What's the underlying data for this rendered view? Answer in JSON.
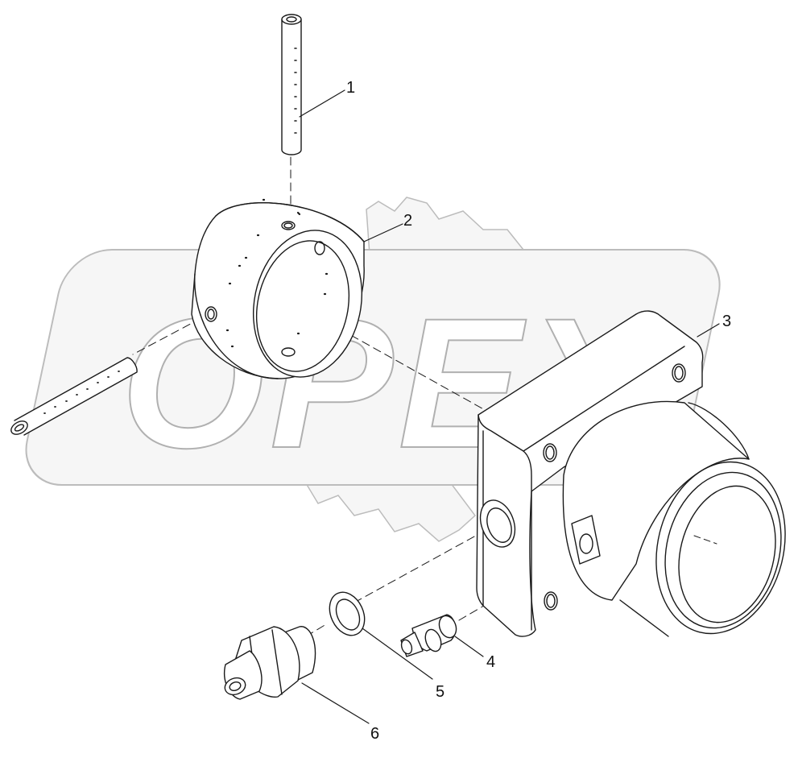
{
  "watermark": {
    "text": "OPEX"
  },
  "corner_mark": "",
  "colors": {
    "line": "#1a1a1a",
    "watermark_fill": "#f3f3f3",
    "watermark_stroke": "#b0b0b0",
    "part_fill": "#ffffff"
  },
  "callouts": [
    {
      "id": "1",
      "label": "1"
    },
    {
      "id": "2",
      "label": "2"
    },
    {
      "id": "3",
      "label": "3"
    },
    {
      "id": "4",
      "label": "4"
    },
    {
      "id": "5",
      "label": "5"
    },
    {
      "id": "6",
      "label": "6"
    }
  ]
}
